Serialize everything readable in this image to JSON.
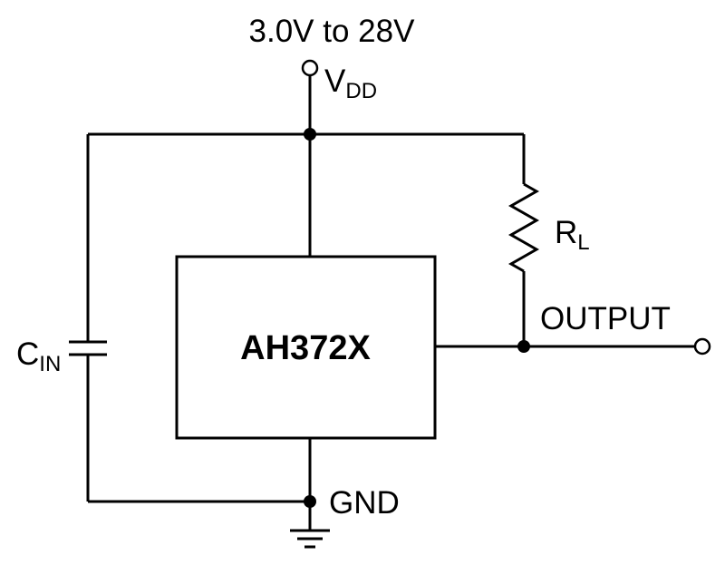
{
  "labels": {
    "supply_range": "3.0V to 28V",
    "vdd_main": "V",
    "vdd_sub": "DD",
    "cin_main": "C",
    "cin_sub": "IN",
    "rl_main": "R",
    "rl_sub": "L",
    "output": "OUTPUT",
    "gnd": "GND",
    "ic_name": "AH372X"
  },
  "colors": {
    "line": "#000000",
    "background": "#ffffff"
  }
}
